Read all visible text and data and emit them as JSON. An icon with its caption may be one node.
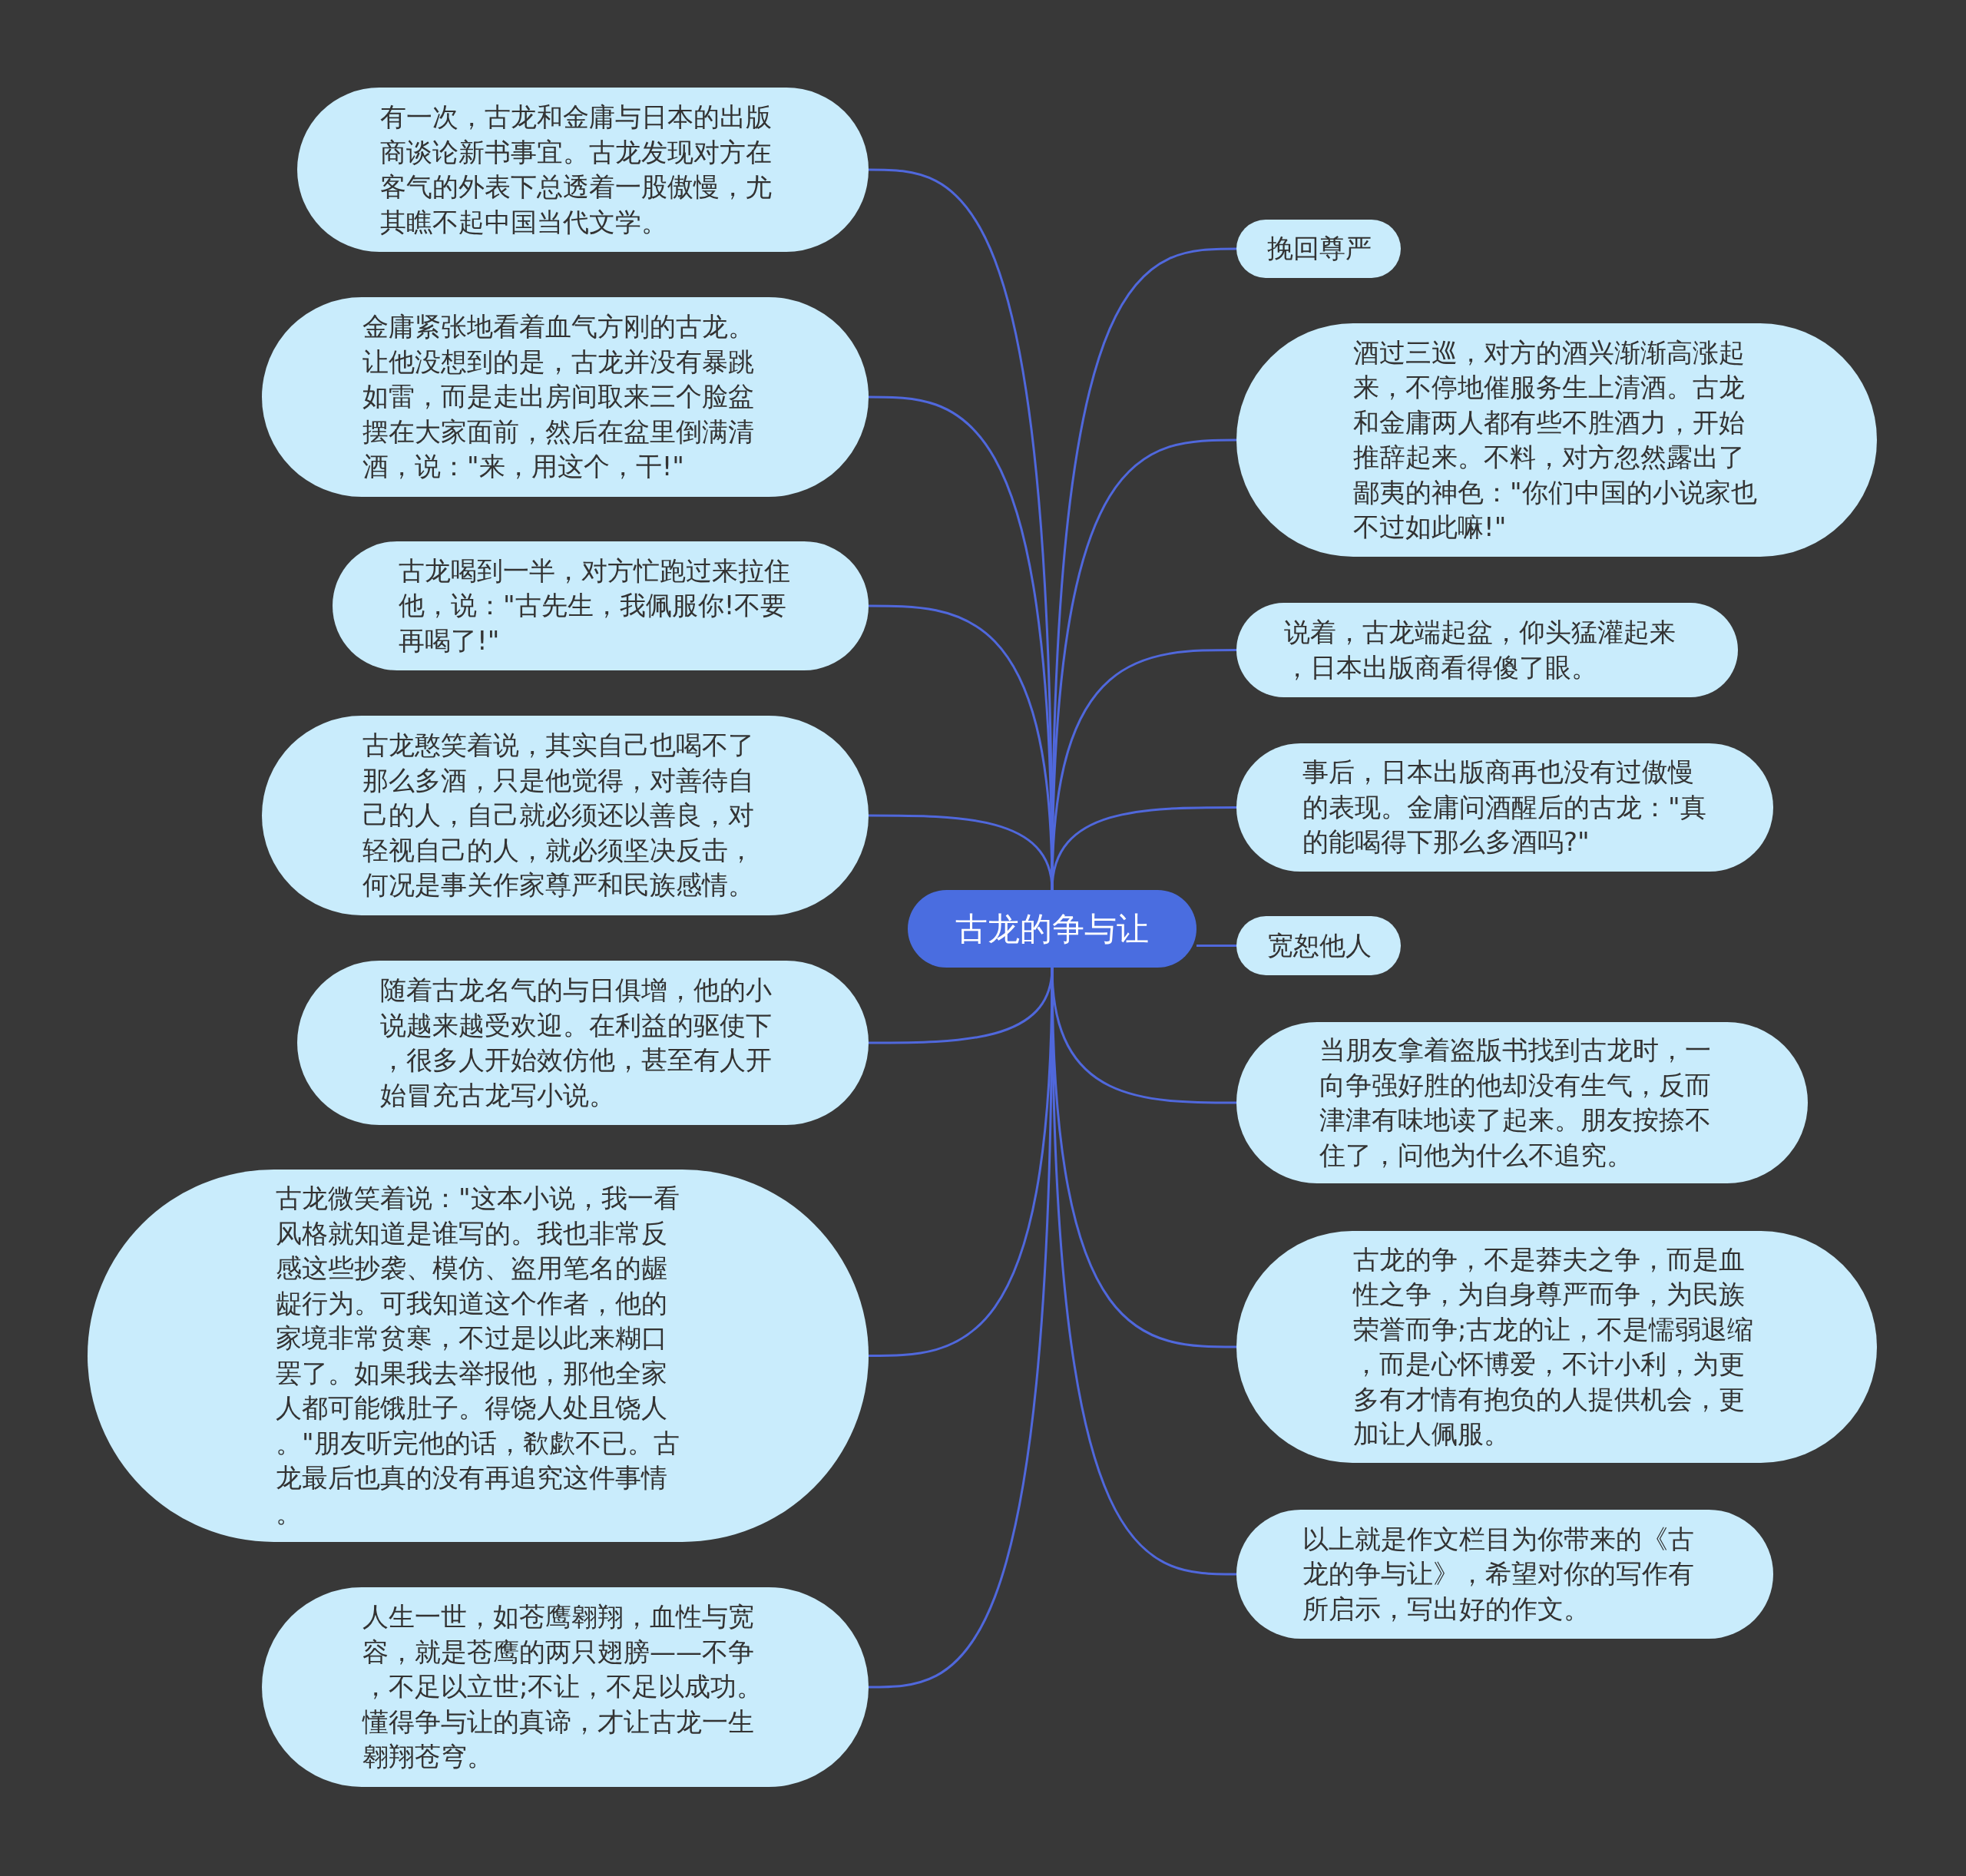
{
  "diagram": {
    "nodes": [
      {
        "text": [
          "古龙的争与让"
        ]
      },
      {
        "text": [
          "有一次，古龙和金庸与日本的出版商谈论新书事宜。古龙发现对方在客气的外表下总透着一股傲慢，尤其瞧不起中国当代文学。"
        ]
      },
      {
        "text": [
          "金庸紧张地看着血气方刚的古龙。让他没想到的是，古龙并没有暴跳如雷，而是走出房间取来三个脸盆摆在大家面前，然后在盆里倒满清酒，说：\"来，用这个，干!\""
        ]
      },
      {
        "text": [
          "古龙喝到一半，对方忙跑过来拉住他，说：\"古先生，我佩服你!不要再喝了!\""
        ]
      },
      {
        "text": [
          "古龙憨笑着说，其实自己也喝不了那么多酒，只是他觉得，对善待自己的人，自己就必须还以善良，对轻视自己的人，就必须坚决反击，何况是事关作家尊严和民族感情。"
        ]
      },
      {
        "text": [
          "随着古龙名气的与日俱增，他的小说越来越受欢迎。在利益的驱使下，很多人开始效仿他，甚至有人开始冒充古龙写小说。"
        ]
      },
      {
        "text": [
          "古龙微笑着说：\"这本小说，我一看风格就知道是谁写的。我也非常反感这些抄袭、模仿、盗用笔名的龌龊行为。可我知道这个作者，他的家境非常贫寒，不过是以此来糊口罢了。如果我去举报他，那他全家人都可能饿肚子。得饶人处且饶人。\"朋友听完他的话，欷歔不已。古龙最后也真的没有再追究这件事情。"
        ]
      },
      {
        "text": [
          "人生一世，如苍鹰翱翔，血性与宽容，就是苍鹰的两只翅膀——不争，不足以立世;不让，不足以成功。懂得争与让的真谛，才让古龙一生翱翔苍穹。"
        ]
      },
      {
        "text": [
          "挽回尊严"
        ]
      },
      {
        "text": [
          "酒过三巡，对方的酒兴渐渐高涨起来，不停地催服务生上清酒。古龙和金庸两人都有些不胜酒力，开始推辞起来。不料，对方忽然露出了鄙夷的神色：\"你们中国的小说家也不过如此嘛!\""
        ]
      },
      {
        "text": [
          "说着，古龙端起盆，仰头猛灌起来，日本出版商看得傻了眼。"
        ]
      },
      {
        "text": [
          "事后，日本出版商再也没有过傲慢的表现。金庸问酒醒后的古龙：\"真的能喝得下那么多酒吗?\""
        ]
      },
      {
        "text": [
          "宽恕他人"
        ]
      },
      {
        "text": [
          "当朋友拿着盗版书找到古龙时，一向争强好胜的他却没有生气，反而津津有味地读了起来。朋友按捺不住了，问他为什么不追究。"
        ]
      },
      {
        "text": [
          "古龙的争，不是莽夫之争，而是血性之争，为自身尊严而争，为民族荣誉而争;古龙的让，不是懦弱退缩，而是心怀博爱，不计小利，为更多有才情有抱负的人提供机会，更加让人佩服。"
        ]
      },
      {
        "text": [
          "以上就是作文栏目为你带来的《古龙的争与让》，希望对你的写作有所启示，写出好的作文。"
        ]
      }
    ],
    "edges": [
      {
        "from": 0,
        "to": 1,
        "arrow": "none"
      },
      {
        "from": 0,
        "to": 2,
        "arrow": "none"
      },
      {
        "from": 0,
        "to": 3,
        "arrow": "none"
      },
      {
        "from": 0,
        "to": 4,
        "arrow": "none"
      },
      {
        "from": 0,
        "to": 5,
        "arrow": "none"
      },
      {
        "from": 0,
        "to": 6,
        "arrow": "none"
      },
      {
        "from": 0,
        "to": 7,
        "arrow": "none"
      },
      {
        "from": 0,
        "to": 8,
        "arrow": "none"
      },
      {
        "from": 0,
        "to": 9,
        "arrow": "none"
      },
      {
        "from": 0,
        "to": 10,
        "arrow": "none"
      },
      {
        "from": 0,
        "to": 11,
        "arrow": "none"
      },
      {
        "from": 0,
        "to": 12,
        "arrow": "none"
      },
      {
        "from": 0,
        "to": 13,
        "arrow": "none"
      },
      {
        "from": 0,
        "to": 14,
        "arrow": "none"
      },
      {
        "from": 0,
        "to": 15,
        "arrow": "none"
      }
    ]
  }
}
